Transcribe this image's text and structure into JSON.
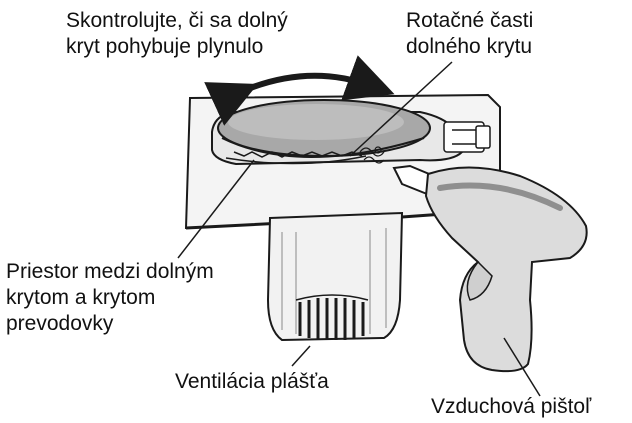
{
  "labels": {
    "check_cover": [
      "Skontrolujte, či sa dolný",
      "kryt pohybuje plynulo"
    ],
    "rotating_parts": [
      "Rotačné časti",
      "dolného krytu"
    ],
    "gap": [
      "Priestor medzi dolným",
      "krytom a krytom",
      "prevodovky"
    ],
    "ventilation": [
      "Ventilácia plášťa"
    ],
    "air_gun": [
      "Vzduchová pištoľ"
    ]
  },
  "colors": {
    "line": "#1a1a1a",
    "fill_light": "#f4f4f4",
    "fill_mid": "#d4d4d4",
    "fill_dark": "#9a9a9a",
    "gun_fill": "#dcdcdc"
  }
}
